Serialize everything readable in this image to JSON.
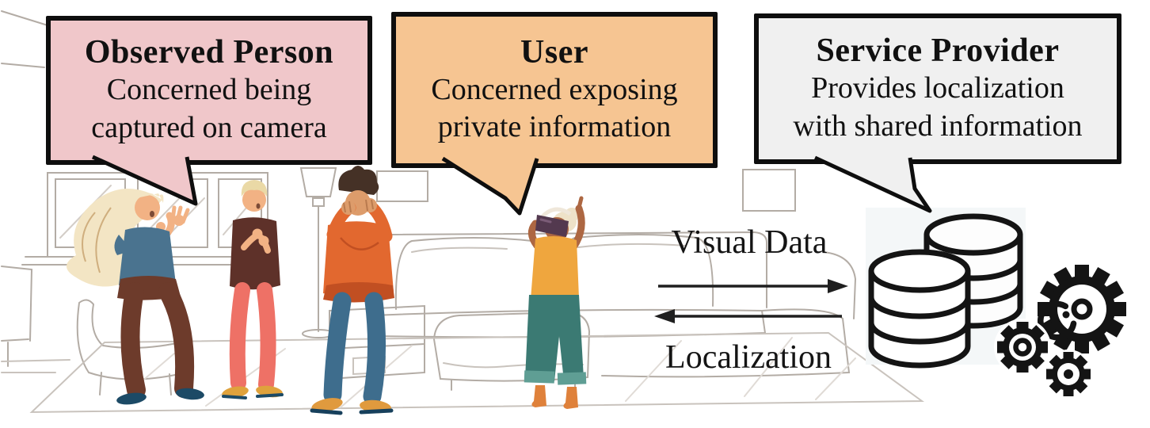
{
  "figure": {
    "bubbles": {
      "observed_person": {
        "title": "Observed Person",
        "body": [
          "Concerned being",
          "captured on camera"
        ],
        "bg_color": "#f0c7ca"
      },
      "user": {
        "title": "User",
        "body": [
          "Concerned exposing",
          "private information"
        ],
        "bg_color": "#f6c592"
      },
      "service_provider": {
        "title": "Service Provider",
        "body": [
          "Provides localization",
          "with shared information"
        ],
        "bg_color": "#f0f0f0"
      }
    },
    "exchange": {
      "request_label": "Visual Data",
      "response_label": "Localization"
    },
    "icon_names": [
      "database-icon",
      "gear-icon"
    ],
    "colors": {
      "bubble_border": "#0e0e0e",
      "arrow": "#1f1f1f",
      "icon_stroke": "#141414"
    }
  }
}
